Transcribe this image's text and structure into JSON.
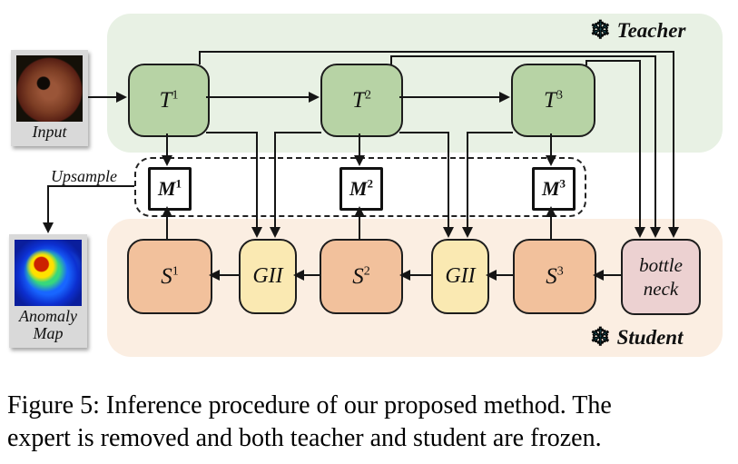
{
  "diagram": {
    "teacher": {
      "label": "Teacher",
      "snowflake_glyph": "❄",
      "blocks": [
        {
          "base": "T",
          "sup": "1"
        },
        {
          "base": "T",
          "sup": "2"
        },
        {
          "base": "T",
          "sup": "3"
        }
      ]
    },
    "memory": {
      "blocks": [
        {
          "base": "M",
          "sup": "1"
        },
        {
          "base": "M",
          "sup": "2"
        },
        {
          "base": "M",
          "sup": "3"
        }
      ]
    },
    "student": {
      "label": "Student",
      "snowflake_glyph": "❄",
      "blocks": [
        {
          "base": "S",
          "sup": "1"
        },
        {
          "base": "S",
          "sup": "2"
        },
        {
          "base": "S",
          "sup": "3"
        }
      ],
      "gii_label": "GII",
      "bottleneck": {
        "line1": "bottle",
        "line2": "neck"
      }
    },
    "input_card": {
      "caption": "Input"
    },
    "anomaly_card": {
      "caption_line1": "Anomaly",
      "caption_line2": "Map"
    },
    "upsample_label": "Upsample"
  },
  "caption": {
    "line1": "Figure 5: Inference procedure of our proposed method. The",
    "line2": "expert is removed and both teacher and student are frozen."
  },
  "colors": {
    "teacher_region_bg": "#e8f1e4",
    "student_region_bg": "#fbeee2",
    "teacher_block": "#b7d3a5",
    "student_block": "#f2c19c",
    "gii_block": "#fae9b2",
    "bottleneck_block": "#ecd1d1",
    "memory_block": "#ffffff",
    "snowflake": "#3ed5ee",
    "connector_line": "#151515",
    "photo_card_bg": "#d9d9d9"
  }
}
